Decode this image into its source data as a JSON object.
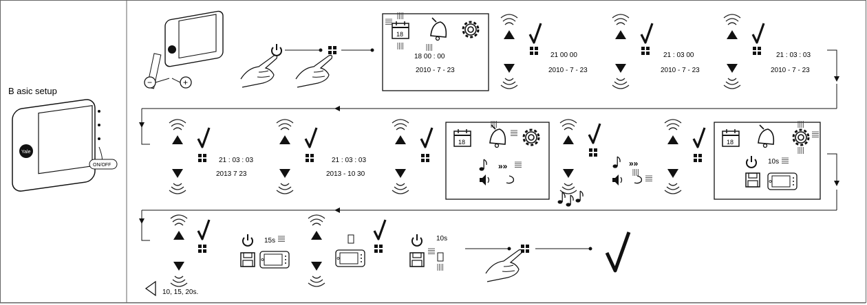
{
  "section_label": "B asic setup",
  "device_button_label": "ON/OFF",
  "device_brand": "Yale",
  "battery_minus": "−",
  "battery_plus": "+",
  "row1": {
    "cal_day": "18",
    "time1": "18 00 : 00",
    "date1": "2010 - 7 - 23",
    "time2": "21 00 00",
    "date2": "2010 - 7 - 23",
    "time3": "21 : 03 00",
    "date3": "2010 - 7 - 23",
    "time4": "21 : 03 : 03",
    "date4": "2010 - 7 - 23"
  },
  "row2": {
    "time5": "21 : 03 : 03",
    "date5": "2013 7 23",
    "time6": "21 : 03 : 03",
    "date6": "2013 - 10 30",
    "cal_day": "18"
  },
  "row2b": {
    "cal_day": "18",
    "timeout": "10s"
  },
  "row3": {
    "timeout_a": "15s",
    "timeout_b": "10s",
    "options": "10, 15, 20s."
  },
  "check": "√",
  "power_glyph": "⏻"
}
